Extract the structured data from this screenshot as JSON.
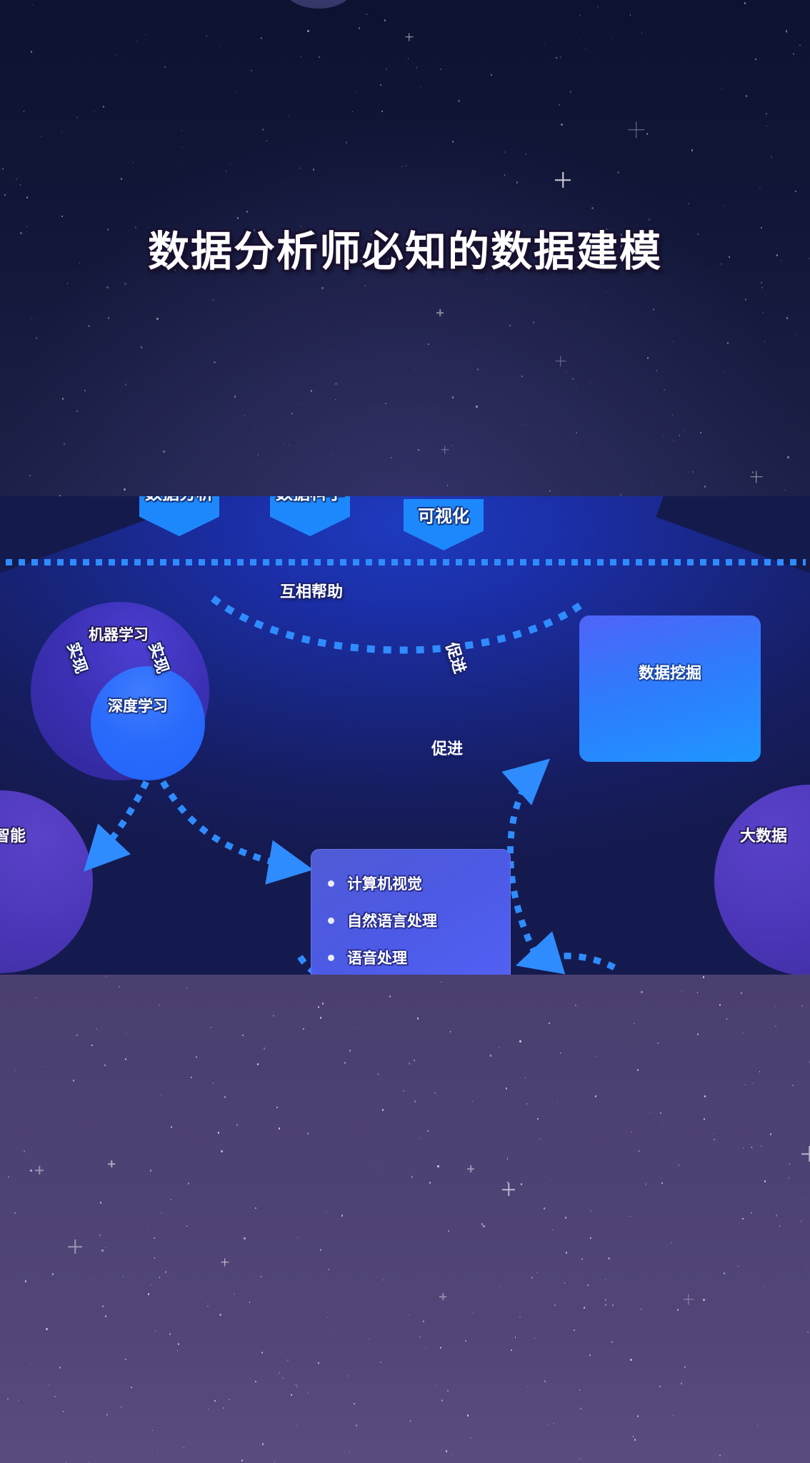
{
  "title": "数据分析师必知的数据建模",
  "diagram": {
    "top_tags": [
      {
        "label": "数据分析",
        "name": "tag-data-analysis"
      },
      {
        "label": "数据科学",
        "name": "tag-data-science"
      },
      {
        "label": "可视化",
        "name": "tag-visualization"
      }
    ],
    "nodes": {
      "machine_learning": "机器学习",
      "deep_learning": "深度学习",
      "artificial_intelligence": "智能",
      "big_data": "大数据",
      "data_mining": "数据挖掘"
    },
    "bullets": [
      "计算机视觉",
      "自然语言处理",
      "语音处理"
    ],
    "edge_labels": {
      "mutual_help": "互相帮助",
      "realize_left": "实现",
      "realize_right": "实现",
      "promote_right": "促进",
      "promote_bottom": "促进"
    },
    "colors": {
      "accent_blue": "#1d88fb",
      "tag_blue": "#2f8cff",
      "panel_bg": "#1b2ea6",
      "deep_learning": "#2b6bfb",
      "machine_learning": "#3b30b4",
      "circle_purple": "#4b36b8",
      "sky_top": "#111738",
      "sky_bottom": "#4e4174"
    }
  }
}
